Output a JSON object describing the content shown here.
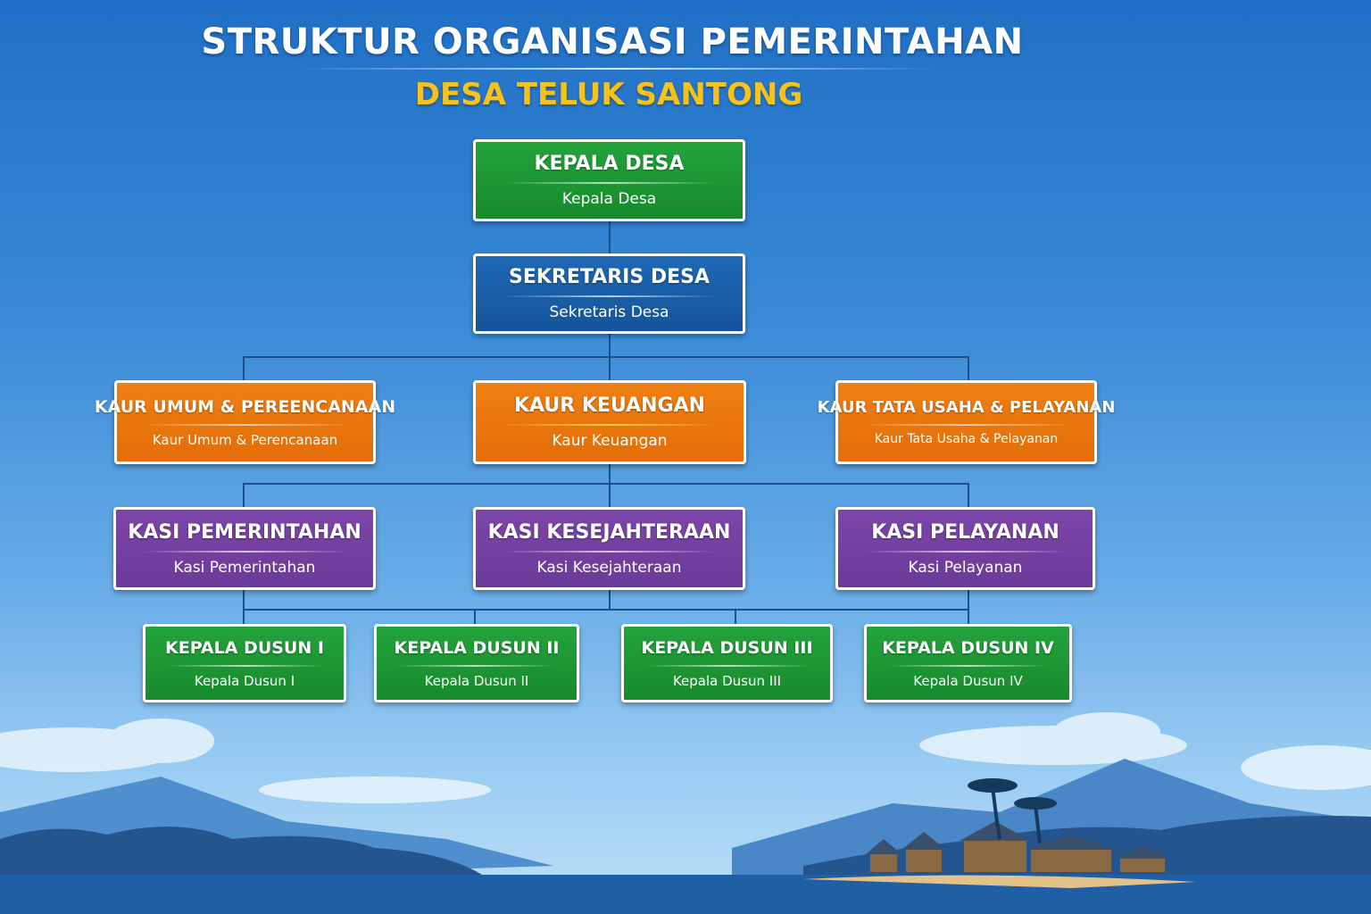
{
  "title": "STRUKTUR ORGANISASI PEMERINTAHAN",
  "subtitle": "DESA TELUK SANTONG",
  "kepala_desa": {
    "title": "KEPALA DESA",
    "name": "Kepala Desa"
  },
  "sekretaris": {
    "title": "SEKRETARIS DESA",
    "name": "Sekretaris Desa"
  },
  "kaur": [
    {
      "title": "KAUR UMUM & PEREENCANAAN",
      "name": "Kaur Umum & Perencanaan"
    },
    {
      "title": "KAUR KEUANGAN",
      "name": "Kaur Keuangan"
    },
    {
      "title": "KAUR TATA USAHA & PELAYANAN",
      "name": "Kaur Tata Usaha & Pelayanan"
    }
  ],
  "kasi": [
    {
      "title": "KASI PEMERINTAHAN",
      "name": "Kasi Pemerintahan"
    },
    {
      "title": "KASI KESEJAHTERAAN",
      "name": "Kasi Kesejahteraan"
    },
    {
      "title": "KASI PELAYANAN",
      "name": "Kasi Pelayanan"
    }
  ],
  "dusun": [
    {
      "title": "KEPALA DUSUN I",
      "name": "Kepala Dusun I"
    },
    {
      "title": "KEPALA DUSUN II",
      "name": "Kepala Dusun II"
    },
    {
      "title": "KEPALA DUSUN III",
      "name": "Kepala Dusun III"
    },
    {
      "title": "KEPALA DUSUN IV",
      "name": "Kepala Dusun IV"
    }
  ],
  "colors": {
    "green": "#1e9a35",
    "blue": "#1a5fa8",
    "orange": "#e8760f",
    "purple": "#7440a0",
    "title_accent": "#f7c21a"
  }
}
